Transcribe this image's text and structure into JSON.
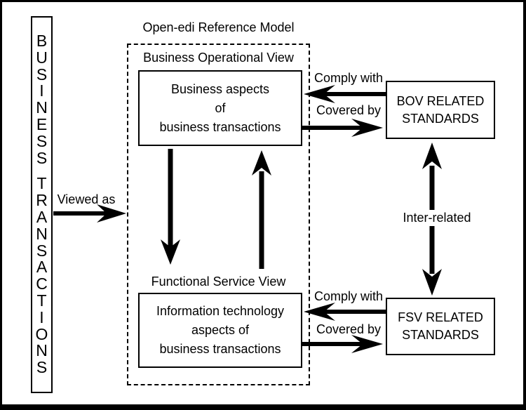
{
  "diagram": {
    "business_transactions": {
      "vertical_text": "BUSINESS TRANSACTIONS"
    },
    "viewed_as": "Viewed as",
    "title": "Open-edi Reference Model",
    "bov": {
      "section_label": "Business Operational View",
      "lines": [
        "Business aspects",
        "of",
        "business transactions"
      ]
    },
    "fsv": {
      "section_label": "Functional Service View",
      "lines": [
        "Information technology",
        "aspects of",
        "business transactions"
      ]
    },
    "bov_standards": {
      "lines": [
        "BOV RELATED",
        "STANDARDS"
      ]
    },
    "fsv_standards": {
      "lines": [
        "FSV RELATED",
        "STANDARDS"
      ]
    },
    "relations": {
      "bov_comply": "Comply with",
      "bov_covered": "Covered by",
      "fsv_comply": "Comply with",
      "fsv_covered": "Covered by",
      "inter_related": "Inter-related"
    },
    "colors": {
      "ink": "#000000",
      "background": "#ffffff"
    }
  }
}
